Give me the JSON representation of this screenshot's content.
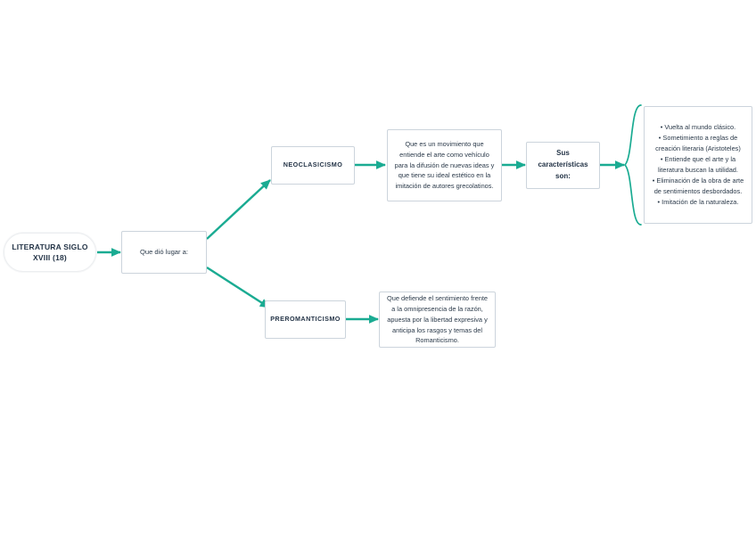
{
  "diagram": {
    "type": "mind-map",
    "accent_color": "#1aab92",
    "box_border_color": "#ccd4dc",
    "text_color": "#2b3a4a",
    "background_color": "#ffffff",
    "root": {
      "label": "LITERATURA SIGLO XVIII (18)",
      "line1": "LITERATURA SIGLO",
      "line2": "XVIII (18)"
    },
    "connector": {
      "label": "Que dió lugar a:"
    },
    "branches": [
      {
        "title": "NEOCLASICISMO",
        "description": "Que es un movimiento que entiende el arte como vehículo para la difusión de nuevas ideas y que tiene su ideal estético en la imitación de autores grecolatinos.",
        "next_label_line1": "Sus",
        "next_label_line2": "características",
        "next_label_line3": "son:",
        "characteristics": [
          "• Vuelta al mundo clásico.",
          "• Sometimiento a reglas de creación literaria (Aristoteles)",
          "• Entiende que el arte y la literatura buscan la utilidad.",
          "• Eliminación de la obra de arte de sentimientos desbordados.",
          "• Imitación de la naturaleza."
        ]
      },
      {
        "title": "PREROMANTICISMO",
        "description": "Que defiende el sentimiento frente a la omnipresencia de la razón, apuesta por la libertad expresiva y anticipa los rasgos y temas del Romanticismo."
      }
    ]
  }
}
